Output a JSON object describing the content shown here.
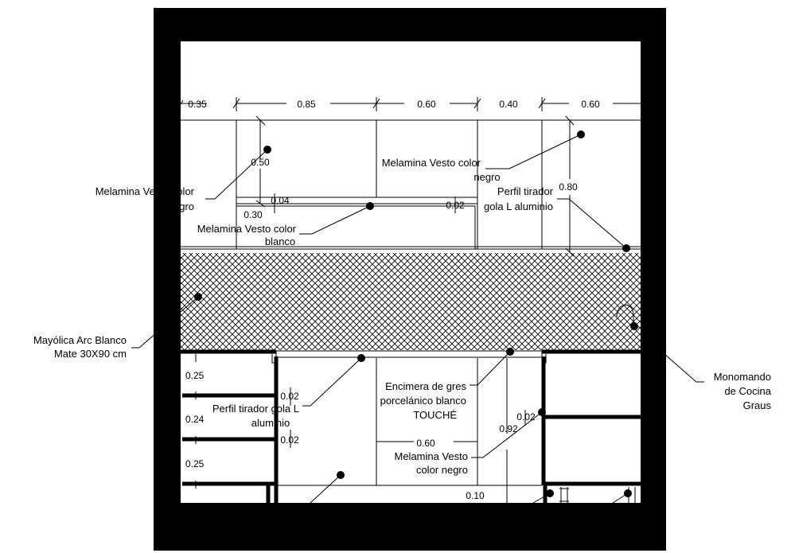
{
  "drawing": {
    "dimensions_top": [
      "0.35",
      "0.85",
      "0.60",
      "0.40",
      "0.60"
    ],
    "dimensions_inner": {
      "upper_height": "0.50",
      "gap_a": "0.04",
      "gap_b": "0.02",
      "drawer": "0.30",
      "tall_right": "0.80",
      "drawer_1": "0.25",
      "drawer_2": "0.24",
      "drawer_3": "0.25",
      "gap_c": "0.02",
      "gap_d": "0.02",
      "gap_e": "0.02",
      "base_width": "0.60",
      "base_height": "0.92",
      "plinth": "0.10"
    },
    "labels": {
      "melamina_negro_left_1": "Melamina Vesto color",
      "melamina_negro_left_2": "negro",
      "melamina_negro_right_1": "Melamina Vesto color",
      "melamina_negro_right_2": "negro",
      "melamina_blanco_1": "Melamina Vesto color",
      "melamina_blanco_2": "blanco",
      "perfil_upper_1": "Perfil tirador",
      "perfil_upper_2": "gola L aluminio",
      "mayolica_1": "Mayólica Arc Blanco",
      "mayolica_2": "Mate 30X90 cm",
      "monomando_1": "Monomando",
      "monomando_2": "de Cocina",
      "monomando_3": "Graus",
      "encimera_1": "Encimera de gres",
      "encimera_2": "porcelánico blanco",
      "encimera_3": "TOUCHÉ",
      "perfil_lower_1": "Perfil tirador gola L",
      "perfil_lower_2": "aluminio",
      "melamina_negro_lower_1": "Melamina Vesto",
      "melamina_negro_lower_2": "color negro"
    }
  }
}
